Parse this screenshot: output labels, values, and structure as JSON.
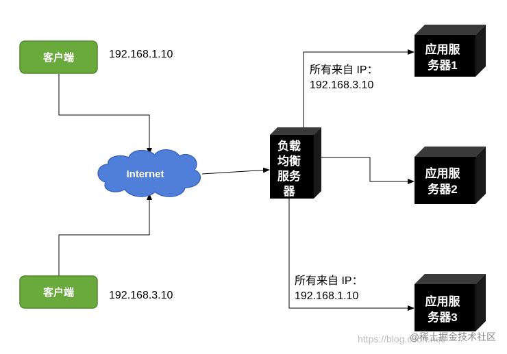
{
  "clients": [
    {
      "label": "客户端",
      "ip": "192.168.1.10"
    },
    {
      "label": "客户端",
      "ip": "192.168.3.10"
    }
  ],
  "internet": {
    "label": "Internet"
  },
  "load_balancer": {
    "lines": [
      "负载",
      "均衡",
      "服务",
      "器"
    ]
  },
  "servers": [
    {
      "lines": [
        "应用服",
        "务器1"
      ]
    },
    {
      "lines": [
        "应用服",
        "务器2"
      ]
    },
    {
      "lines": [
        "应用服",
        "务器3"
      ]
    }
  ],
  "routes": [
    {
      "line1": "所有来自 IP：",
      "line2": "192.168.3.10"
    },
    {
      "line1": "所有来自 IP：",
      "line2": "192.168.1.10"
    }
  ],
  "watermark": {
    "url": "https://blog.csdn.net/",
    "site": "@稀土掘金技术社区"
  },
  "colors": {
    "client": "#6aaa3c",
    "client_border": "#4e8a2a",
    "cloud": "#4f7fd9",
    "cloud_border": "#3a66c0",
    "box": "#000000"
  }
}
